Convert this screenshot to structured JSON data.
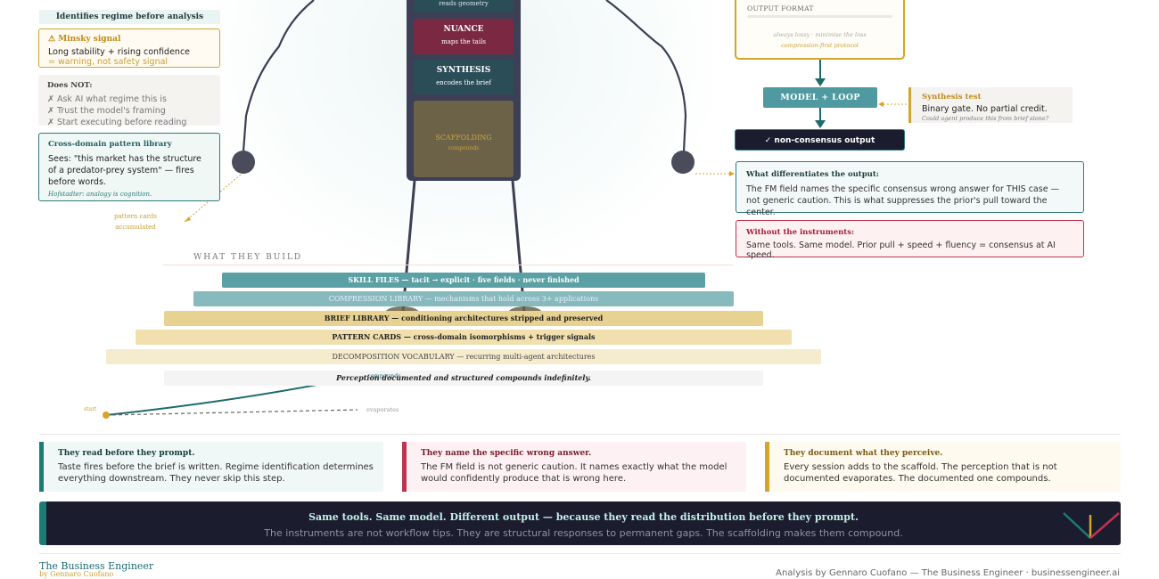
{
  "left": {
    "regime_note": "Identifies regime before analysis",
    "minsky": {
      "title": "⚠ Minsky signal",
      "line1": "Long stability + rising confidence",
      "line2": "= warning, not safety signal"
    },
    "does_not": {
      "title": "Does NOT:",
      "items": [
        "✗ Ask AI what regime this is",
        "✗ Trust the model's framing",
        "✗ Start executing before reading"
      ]
    },
    "cross_domain": {
      "title": "Cross-domain pattern library",
      "body": "Sees: \"this market has the structure of a predator-prey system\" — fires before words.",
      "footnote": "Hofstadter: analogy is cognition."
    },
    "pattern_cards_label": "pattern cards accumulated"
  },
  "figure": {
    "geometry_sub": "reads geometry",
    "nuance": {
      "title": "NUANCE",
      "sub": "maps the tails"
    },
    "synthesis": {
      "title": "SYNTHESIS",
      "sub": "encodes the brief"
    },
    "scaffolding": {
      "title": "SCAFFOLDING",
      "sub": "compounds"
    }
  },
  "right": {
    "output_format": {
      "title": "OUTPUT FORMAT",
      "line1": "always lossy · minimise the loss",
      "line2": "compression-first protocol"
    },
    "model_loop": "MODEL + LOOP",
    "nc_output": "✓ non-consensus output",
    "synthesis_test": {
      "title": "Synthesis test",
      "body": "Binary gate. No partial credit.",
      "footnote": "Could agent produce this from brief alone?"
    },
    "differentiates": {
      "title": "What differentiates the output:",
      "body": "The FM field names the specific consensus wrong answer for THIS case — not generic caution. This is what suppresses the prior's pull toward the center."
    },
    "without": {
      "title": "Without the instruments:",
      "body": "Same tools. Same model. Prior pull + speed + fluency = consensus at AI speed."
    }
  },
  "build": {
    "title": "WHAT THEY BUILD",
    "layers": [
      "SKILL FILES — tacit → explicit · five fields · never finished",
      "COMPRESSION LIBRARY — mechanisms that hold across 3+ applications",
      "BRIEF LIBRARY — conditioning architectures stripped and preserved",
      "PATTERN CARDS — cross-domain isomorphisms + trigger signals",
      "DECOMPOSITION VOCABULARY — recurring multi-agent architectures",
      "Perception documented and structured compounds indefinitely."
    ],
    "curve": {
      "start": "start",
      "evaporates": "evaporates",
      "compounds": "compounds"
    }
  },
  "callouts": [
    {
      "title": "They read before they prompt.",
      "body": "Taste fires before the brief is written. Regime identification determines everything downstream. They never skip this step."
    },
    {
      "title": "They name the specific wrong answer.",
      "body": "The FM field is not generic caution. It names exactly what the model would confidently produce that is wrong here."
    },
    {
      "title": "They document what they perceive.",
      "body": "Every session adds to the scaffold. The perception that is not documented evaporates. The documented one compounds."
    }
  ],
  "banner": {
    "headline": "Same tools. Same model. Different output — because they read the distribution before they prompt.",
    "sub": "The instruments are not workflow tips. They are structural responses to permanent gaps. The scaffolding makes them compound."
  },
  "footer": {
    "brand": "The Business Engineer",
    "brand_sub": "by Gennaro Cuofano",
    "credit": "Analysis by Gennaro Cuofano — The Business Engineer · businessengineer.ai"
  },
  "colors": {
    "teal": "#1d7a74",
    "crimson": "#c0334d",
    "gold": "#d4a52a",
    "navy": "#1b1c2e"
  }
}
